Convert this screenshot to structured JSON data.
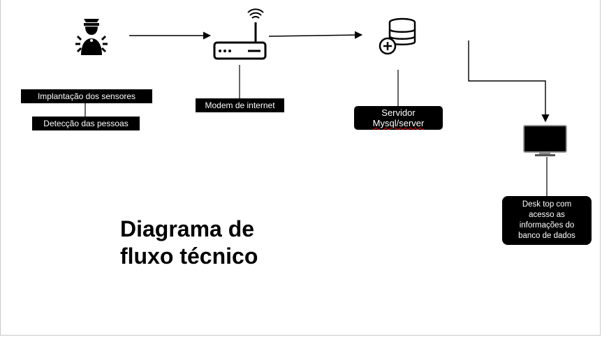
{
  "diagram": {
    "title_line1": "Diagrama de",
    "title_line2": "fluxo técnico",
    "nodes": {
      "sensors": {
        "icon": "sensor-person-icon",
        "label_1": "Implantação dos sensores",
        "label_2": "Detecção das pessoas"
      },
      "modem": {
        "icon": "router-icon",
        "label": "Modem de internet"
      },
      "server": {
        "icon": "database-server-icon",
        "label_line1": "Servidor",
        "label_line2": "Mysql/server"
      },
      "desktop": {
        "icon": "monitor-icon",
        "label_line1": "Desk top com",
        "label_line2": "acesso as",
        "label_line3": "informações do",
        "label_line4": "banco de dados"
      }
    },
    "colors": {
      "box_bg": "#000000",
      "box_text": "#ffffff",
      "line": "#000000"
    }
  }
}
